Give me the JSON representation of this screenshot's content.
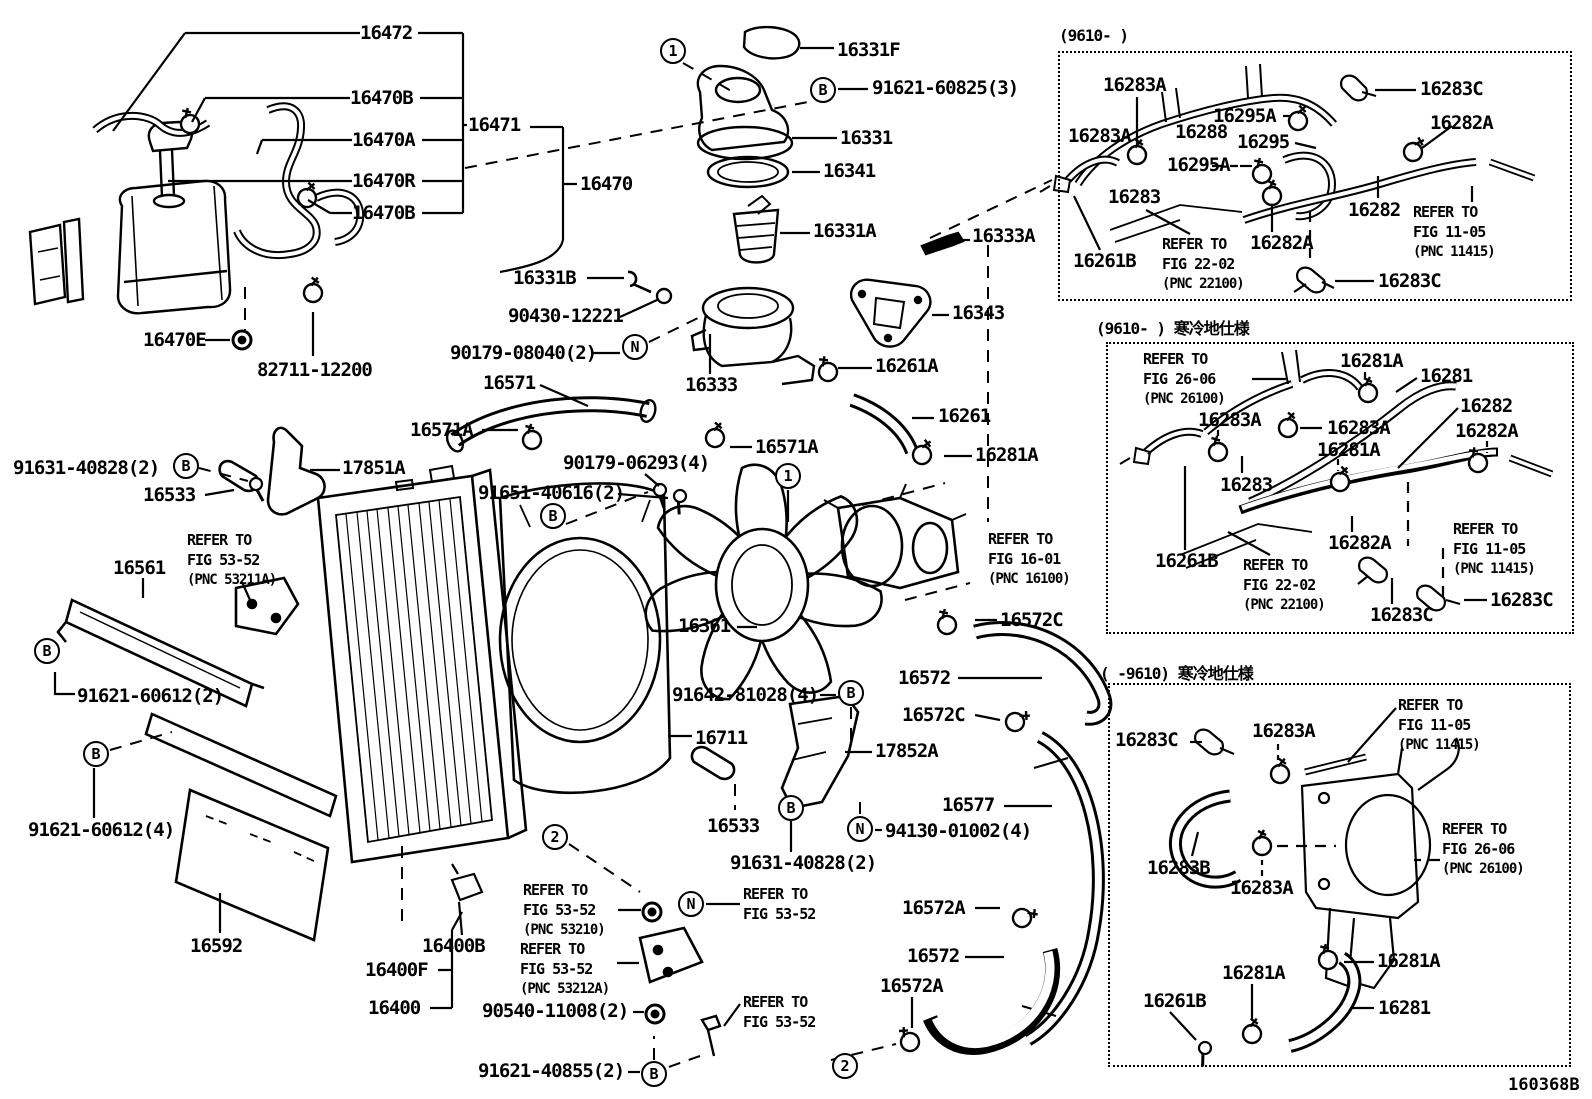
{
  "figure": {
    "code": "160368B"
  },
  "boxes": {
    "b1": {
      "header": "(9610-      )"
    },
    "b2": {
      "header": "(9610-      ) 寒冷地仕様"
    },
    "b3": {
      "header": "(      -9610) 寒冷地仕様"
    }
  },
  "part_labels": [
    "16472",
    "16470B",
    "16471",
    "16470A",
    "16470R",
    "16470B",
    "16470",
    "16470E",
    "82711-12200",
    "16331F",
    "91621-60825(3)",
    "16331",
    "16341",
    "16331A",
    "16333A",
    "16343",
    "16331B",
    "90430-12221",
    "90179-08040(2)",
    "16571",
    "16333",
    "16261A",
    "16571A",
    "16571A",
    "16261",
    "16281A",
    "90179-06293(4)",
    "91651-40616(2)",
    "91631-40828(2)",
    "16533",
    "17851A",
    "16561",
    "91621-60612(2)",
    "91621-60612(4)",
    "16592",
    "16361",
    "16572C",
    "16572",
    "16572C",
    "91642-81028(4)",
    "16711",
    "17852A",
    "16533",
    "91631-40828(2)",
    "94130-01002(4)",
    "16577",
    "16400B",
    "16400F",
    "16400",
    "90540-11008(2)",
    "91621-40855(2)",
    "16572A",
    "16572",
    "16572A",
    "16283A",
    "16283C",
    "16295A",
    "16288",
    "16295",
    "16283A",
    "16282A",
    "16295A",
    "16283",
    "16282",
    "16261B",
    "16282A",
    "16283C",
    "16281A",
    "16281",
    "16283A",
    "16283A",
    "16281A",
    "16282",
    "16282A",
    "16283",
    "16261B",
    "16282A",
    "16283C",
    "16283C",
    "16283C",
    "16283A",
    "16283B",
    "16283A",
    "16281A",
    "16281A",
    "16261B",
    "16281"
  ],
  "refer_notes": [
    [
      "REFER TO",
      "FIG 53-52",
      "(PNC 53211A)"
    ],
    [
      "REFER TO",
      "FIG 16-01",
      "(PNC 16100)"
    ],
    [
      "REFER TO",
      "FIG 53-52",
      "(PNC 53210)"
    ],
    [
      "REFER TO",
      "FIG 53-52"
    ],
    [
      "REFER TO",
      "FIG 53-52",
      "(PNC 53212A)"
    ],
    [
      "REFER TO",
      "FIG 53-52"
    ],
    [
      "REFER TO",
      "FIG 11-05",
      "(PNC 11415)"
    ],
    [
      "REFER TO",
      "FIG 22-02",
      "(PNC 22100)"
    ],
    [
      "REFER TO",
      "FIG 26-06",
      "(PNC 26100)"
    ],
    [
      "REFER TO",
      "FIG 22-02",
      "(PNC 22100)"
    ],
    [
      "REFER TO",
      "FIG 11-05",
      "(PNC 11415)"
    ],
    [
      "REFER TO",
      "FIG 11-05",
      "(PNC 11415)"
    ],
    [
      "REFER TO",
      "FIG 26-06",
      "(PNC 26100)"
    ]
  ],
  "callouts": [
    "1",
    "B",
    "N",
    "1",
    "B",
    "B",
    "B",
    "B",
    "B",
    "B",
    "N",
    "N",
    "B",
    "2",
    "2"
  ]
}
